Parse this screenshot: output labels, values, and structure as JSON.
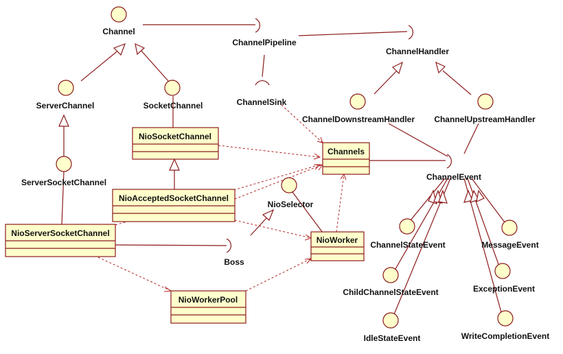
{
  "diagram": {
    "interfaces": {
      "channel": "Channel",
      "server_channel": "ServerChannel",
      "socket_channel": "SocketChannel",
      "server_socket_channel": "ServerSocketChannel",
      "channel_downstream_handler": "ChannelDownstreamHandler",
      "channel_upstream_handler": "ChannelUpstreamHandler",
      "nio_selector": "NioSelector",
      "channel_state_event": "ChannelStateEvent",
      "child_channel_state_event": "ChildChannelStateEvent",
      "idle_state_event": "IdleStateEvent",
      "message_event": "MessageEvent",
      "exception_event": "ExceptionEvent",
      "write_completion_event": "WriteCompletionEvent"
    },
    "required_interfaces": {
      "channel_pipeline": "ChannelPipeline",
      "channel_handler": "ChannelHandler",
      "channel_sink": "ChannelSink",
      "channel_event": "ChannelEvent",
      "boss": "Boss"
    },
    "classes": {
      "nio_socket_channel": "NioSocketChannel",
      "nio_accepted_socket_channel": "NioAcceptedSocketChannel",
      "nio_server_socket_channel": "NioServerSocketChannel",
      "channels": "Channels",
      "nio_worker": "NioWorker",
      "nio_worker_pool": "NioWorkerPool"
    }
  }
}
